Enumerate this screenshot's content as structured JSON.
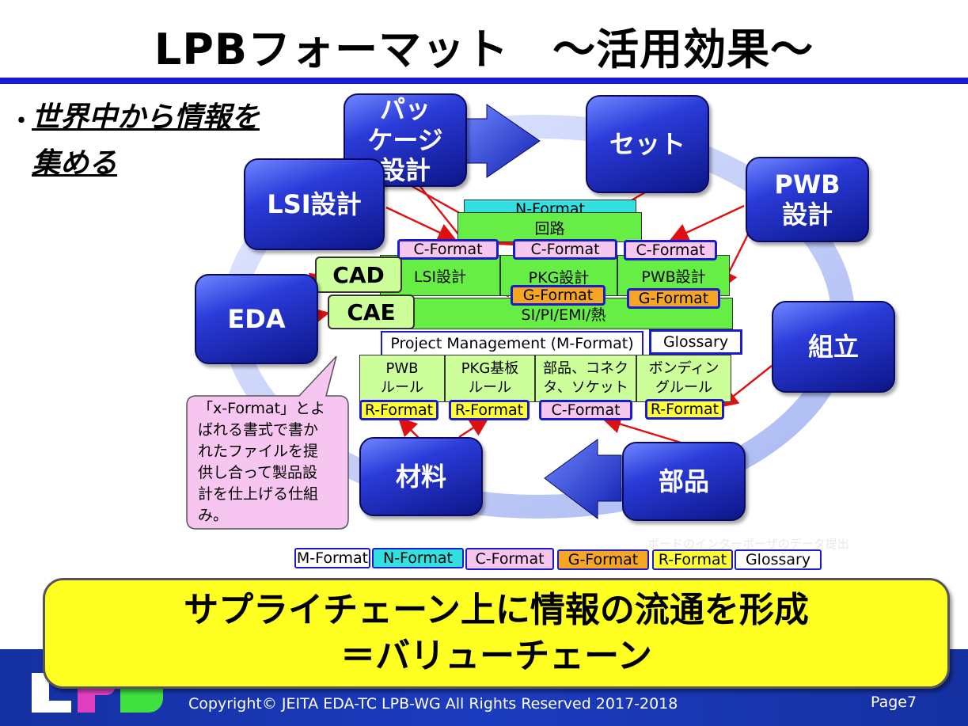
{
  "title": "LPBフォーマット　～活用効果～",
  "bullet": {
    "dot": "・",
    "line1": "世界中から情報を",
    "line2": "集める"
  },
  "nodes": {
    "package": "パッ\nケージ\n設計",
    "set": "セット",
    "lsi": "LSI設計",
    "pwb": "PWB\n設計",
    "eda": "EDA",
    "assembly": "組立",
    "material": "材料",
    "parts": "部品"
  },
  "layers": {
    "nformat_top": "N-Format",
    "kairo": "回路",
    "cformat_1": "C-Format",
    "cformat_2": "C-Format",
    "cformat_3": "C-Format",
    "cad": "CAD",
    "lsi_design": "LSI設計",
    "pkg_design": "PKG設計",
    "pwb_design": "PWB設計",
    "gformat_1": "G-Format",
    "gformat_2": "G-Format",
    "cae": "CAE",
    "sipi": "SI/PI/EMI/熱",
    "project_mgmt": "Project Management (M-Format)",
    "glossary": "Glossary",
    "rule_pwb": "PWB\nルール",
    "rule_pkg": "PKG基板\nルール",
    "rule_parts": "部品、コネク\nタ、ソケット",
    "rule_bonding": "ボンディン\nグルール",
    "rformat_1": "R-Format",
    "rformat_2": "R-Format",
    "cformat_4": "C-Format",
    "rformat_3": "R-Format"
  },
  "callout": "「x-Format」とよばれる書式で書かれたファイルを提供し合って製品設計を仕上げる仕組み。",
  "watermark": "ボードのインターポーザのデータ提出",
  "legend": [
    "M-Format",
    "N-Format",
    "C-Format",
    "G-Format",
    "R-Format",
    "Glossary"
  ],
  "banner": {
    "line1": "サプライチェーン上に情報の流通を形成",
    "line2": "＝バリューチェーン"
  },
  "footer": {
    "logo": "LPB",
    "copyright": "Copyright© JEITA EDA-TC LPB-WG All Rights Reserved 2017-2018",
    "page": "Page7"
  },
  "colors": {
    "node": "#1c2cc8",
    "accent_rule": "#1a1ad0",
    "banner": "#ffff22",
    "arrow": "#e01010",
    "layer_green": "#66ee44"
  }
}
